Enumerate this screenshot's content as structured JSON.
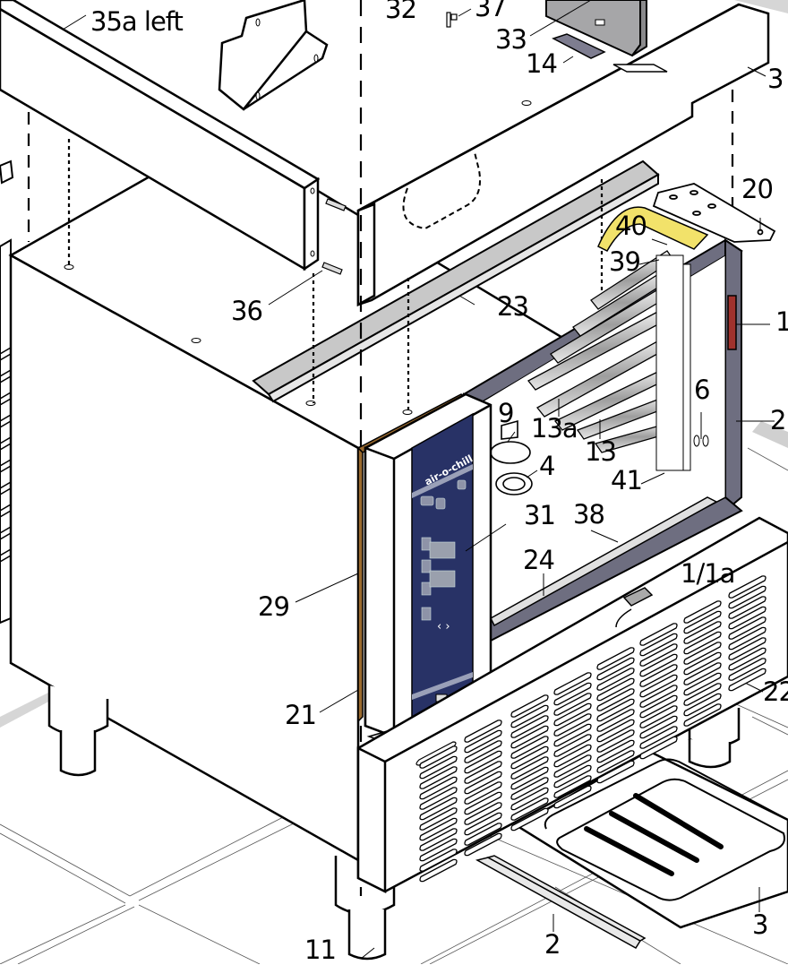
{
  "diagram": {
    "type": "exploded parts view",
    "subject": "blast chiller cabinet",
    "panel_brand": "air-o-chill",
    "colors": {
      "line": "#000000",
      "body": "#ffffff",
      "gasket": "#6e6e80",
      "control_panel": "#283266",
      "rail": "#c8c8c8",
      "heater_strip": "#a0322d",
      "yellow_cable": "#f2e26a",
      "door_seal": "#9a6a2e",
      "box": "#a6a6a8"
    }
  },
  "callouts": [
    {
      "id": "35a",
      "text": "35a left"
    },
    {
      "id": "32",
      "text": "32"
    },
    {
      "id": "37",
      "text": "37"
    },
    {
      "id": "33",
      "text": "33"
    },
    {
      "id": "14",
      "text": "14"
    },
    {
      "id": "3-top",
      "text": "3"
    },
    {
      "id": "20",
      "text": "20"
    },
    {
      "id": "40",
      "text": "40"
    },
    {
      "id": "39",
      "text": "39"
    },
    {
      "id": "36",
      "text": "36"
    },
    {
      "id": "23",
      "text": "23"
    },
    {
      "id": "1-right",
      "text": "1"
    },
    {
      "id": "9",
      "text": "9"
    },
    {
      "id": "13a",
      "text": "13a"
    },
    {
      "id": "13",
      "text": "13"
    },
    {
      "id": "6",
      "text": "6"
    },
    {
      "id": "2-right",
      "text": "2"
    },
    {
      "id": "4",
      "text": "4"
    },
    {
      "id": "41",
      "text": "41"
    },
    {
      "id": "31",
      "text": "31"
    },
    {
      "id": "38",
      "text": "38"
    },
    {
      "id": "24",
      "text": "24"
    },
    {
      "id": "1/1a",
      "text": "1/1a"
    },
    {
      "id": "29",
      "text": "29"
    },
    {
      "id": "21",
      "text": "21"
    },
    {
      "id": "22",
      "text": "22"
    },
    {
      "id": "11",
      "text": "11"
    },
    {
      "id": "2-bottom",
      "text": "2"
    },
    {
      "id": "3-bottom",
      "text": "3"
    }
  ]
}
